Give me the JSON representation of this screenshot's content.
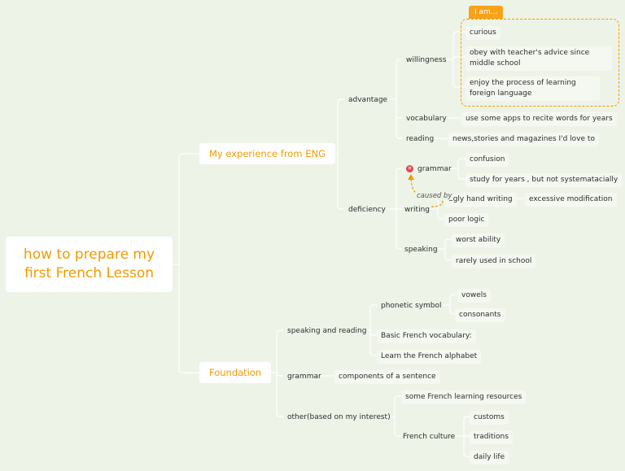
{
  "root": "how to prepare my\nfirst French Lesson",
  "callout_label": "I am...",
  "relationship": "caused by",
  "nodes": {
    "experience": "My experience from ENG",
    "foundation": "Foundation",
    "advantage": "advantage",
    "deficiency": "deficiency",
    "willingness": "willingness",
    "curious": "curious",
    "obey": "obey with teacher's advice since middle school",
    "enjoy": "enjoy the process of learning foreign language",
    "vocabulary": "vocabulary",
    "vocab_apps": "use some apps to recite words for years",
    "reading": "reading",
    "reading_news": "news,stories and magazines I'd love to",
    "grammar_def": "grammar",
    "confusion": "confusion",
    "study_years": "study for years , but not systematacially",
    "writing": "writing",
    "ugly_hand": "ugly hand writing",
    "excessive": "excessive modification",
    "poor_logic": "poor logic",
    "speaking": "speaking",
    "worst_ability": "worst ability",
    "rarely_used": "rarely used in school",
    "speaking_reading": "speaking and reading",
    "phonetic": "phonetic symbol",
    "vowels": "vowels",
    "consonants": "consonants",
    "basic_vocab": "Basic French vocabulary:",
    "alphabet": "Learn the French alphabet",
    "grammar_found": "grammar",
    "components": "components of a sentence",
    "other": "other(based on my interest)",
    "resources": "some French learning resources",
    "culture": "French culture",
    "customs": "customs",
    "traditions": "traditions",
    "daily_life": "daily life"
  },
  "colors": {
    "accent": "#f29a00",
    "background": "#eef3e8",
    "line": "#ffffff",
    "marker": "#e0454a"
  }
}
